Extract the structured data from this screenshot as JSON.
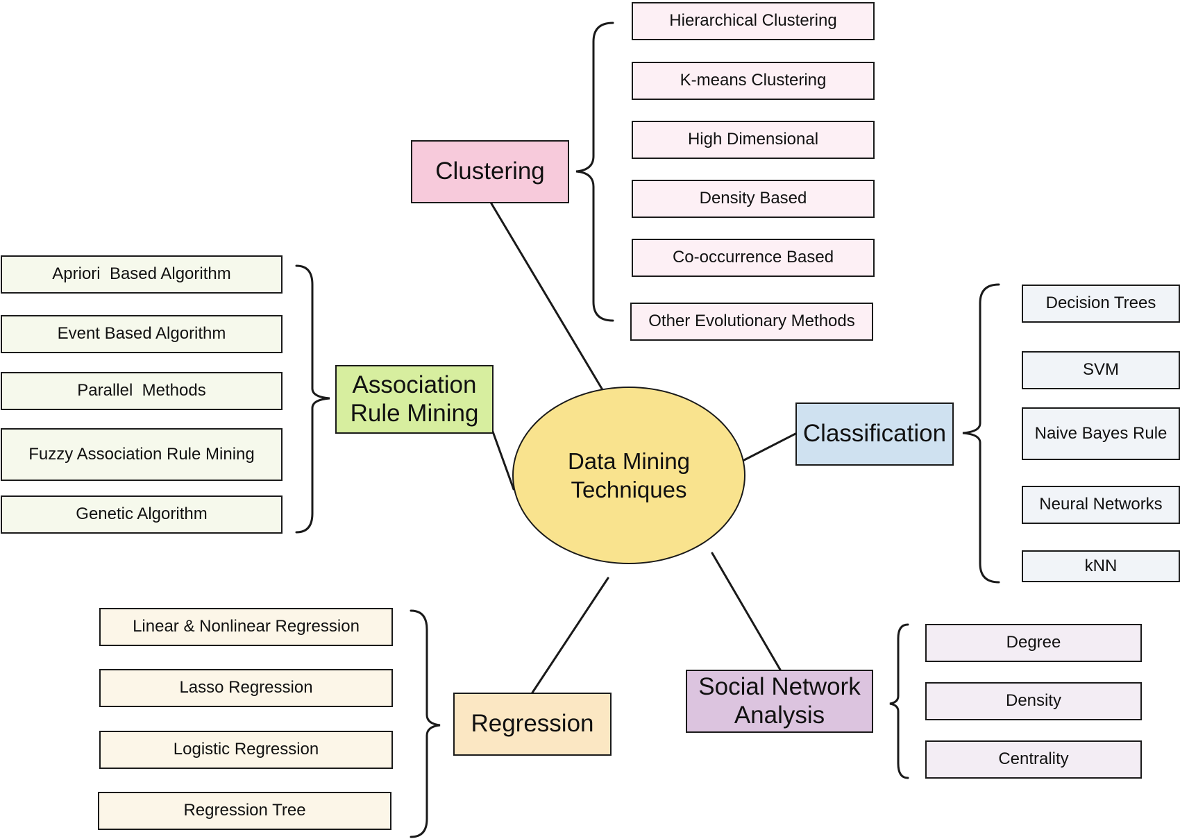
{
  "center": {
    "label": "Data Mining Techniques",
    "color": "#f9e38e"
  },
  "categories": {
    "clustering": {
      "label": "Clustering",
      "color": "#f7cadb",
      "items": [
        "Hierarchical Clustering",
        "K-means Clustering",
        "High Dimensional",
        "Density Based",
        "Co-occurrence Based",
        "Other Evolutionary Methods"
      ]
    },
    "association": {
      "label": "Association Rule Mining",
      "color": "#d7ee9f",
      "items": [
        "Apriori  Based Algorithm",
        "Event Based Algorithm",
        "Parallel  Methods",
        "Fuzzy Association Rule Mining",
        "Genetic Algorithm"
      ]
    },
    "classification": {
      "label": "Classification",
      "color": "#cfe1f0",
      "items": [
        "Decision Trees",
        "SVM",
        "Naive Bayes Rule",
        "Neural Networks",
        "kNN"
      ]
    },
    "regression": {
      "label": "Regression",
      "color": "#fbe7c3",
      "items": [
        "Linear & Nonlinear Regression",
        "Lasso Regression",
        "Logistic Regression",
        "Regression Tree"
      ]
    },
    "social": {
      "label": "Social Network Analysis",
      "color": "#dcc4df",
      "items": [
        "Degree",
        "Density",
        "Centrality"
      ]
    }
  }
}
